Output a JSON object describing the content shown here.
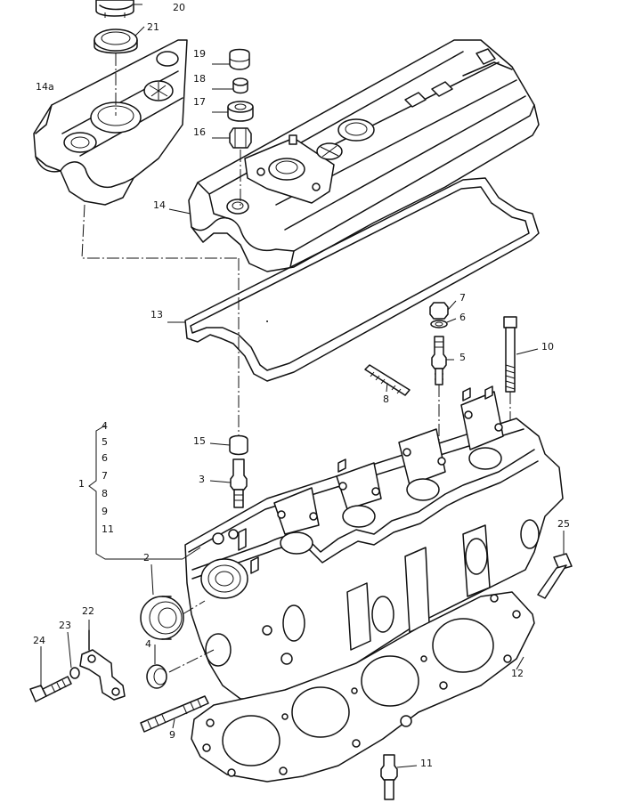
{
  "labels": {
    "p20": "20",
    "p21": "21",
    "p14a": "14a",
    "p19": "19",
    "p18": "18",
    "p17": "17",
    "p16": "16",
    "p14": "14",
    "p13": "13",
    "p7": "7",
    "p6": "6",
    "p5": "5",
    "p10": "10",
    "p8": "8",
    "p1": "1",
    "g4": "4",
    "g5": "5",
    "g6": "6",
    "g7": "7",
    "g8": "8",
    "g9": "9",
    "g11": "11",
    "p15": "15",
    "p3": "3",
    "p2": "2",
    "p25": "25",
    "p22": "22",
    "p23": "23",
    "p24": "24",
    "p4": "4",
    "p9": "9",
    "p12": "12",
    "p11": "11"
  }
}
